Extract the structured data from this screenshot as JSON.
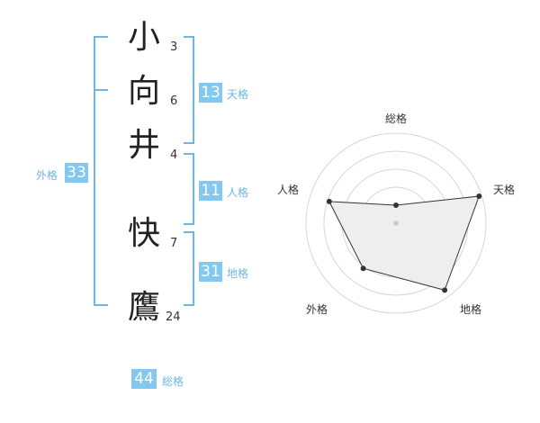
{
  "name": {
    "chars": [
      {
        "char": "小",
        "strokes": "3"
      },
      {
        "char": "向",
        "strokes": "6"
      },
      {
        "char": "井",
        "strokes": "4"
      },
      {
        "char": "快",
        "strokes": "7"
      },
      {
        "char": "鷹",
        "strokes": "24"
      }
    ]
  },
  "fortunes": {
    "tenkaku": {
      "value": "13",
      "label": "天格"
    },
    "jinkaku": {
      "value": "11",
      "label": "人格"
    },
    "chikaku": {
      "value": "31",
      "label": "地格"
    },
    "gaikaku": {
      "value": "33",
      "label": "外格"
    },
    "soukaku": {
      "value": "44",
      "label": "総格"
    }
  },
  "colors": {
    "accent": "#82c8f0",
    "line": "#6fb6e3",
    "grid": "#d6d6d6",
    "fill": "#eeeeee"
  },
  "chart_data": {
    "type": "radar",
    "axes": [
      "総格",
      "天格",
      "地格",
      "外格",
      "人格"
    ],
    "values": [
      0.2,
      0.97,
      0.92,
      0.62,
      0.78
    ],
    "max": 1,
    "rings": 5
  }
}
